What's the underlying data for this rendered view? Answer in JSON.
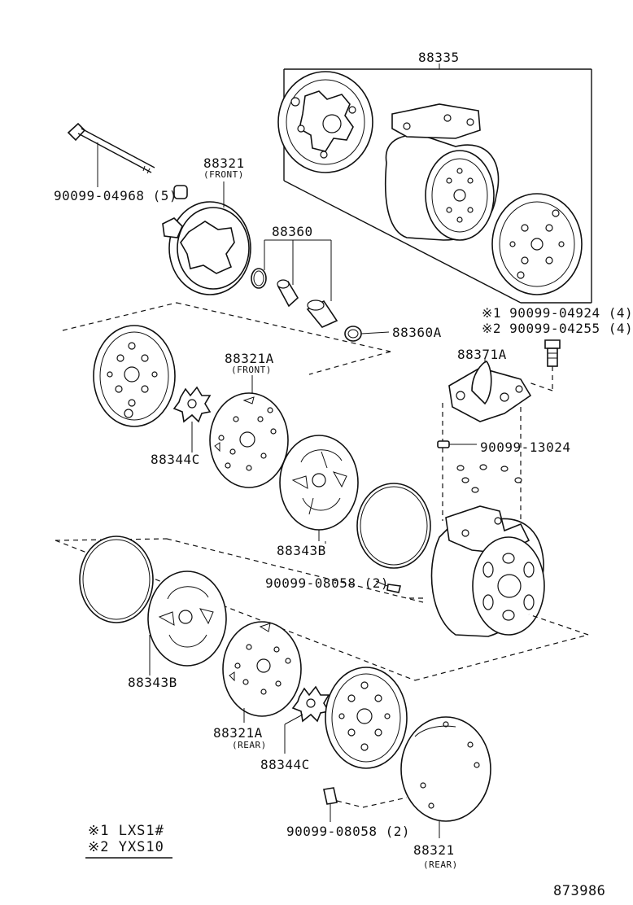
{
  "diagram": {
    "labels": {
      "assembly": "88335",
      "pulley_front": "88321",
      "pulley_front_note": "(FRONT)",
      "bolt": "90099-04968 (5)",
      "shaft_seal_kit": "88360",
      "seal_a": "88360A",
      "note1": "※1 90099-04924 (4)",
      "note2": "※2 90099-04255 (4)",
      "valve": "88371A",
      "key": "90099-13024",
      "plate_front": "88321A",
      "plate_front_note": "(FRONT)",
      "reed_front": "88344C",
      "gasket_front": "88343B",
      "pin_front": "90099-08058 (2)",
      "gasket_rear": "88343B",
      "plate_rear": "88321A",
      "plate_rear_note": "(REAR)",
      "reed_rear": "88344C",
      "pin_rear": "90099-08058 (2)",
      "pulley_rear": "88321",
      "pulley_rear_note": "(REAR)",
      "figure_no": "873986"
    },
    "legend": [
      "※1  LXS1#",
      "※2  YXS10"
    ]
  }
}
